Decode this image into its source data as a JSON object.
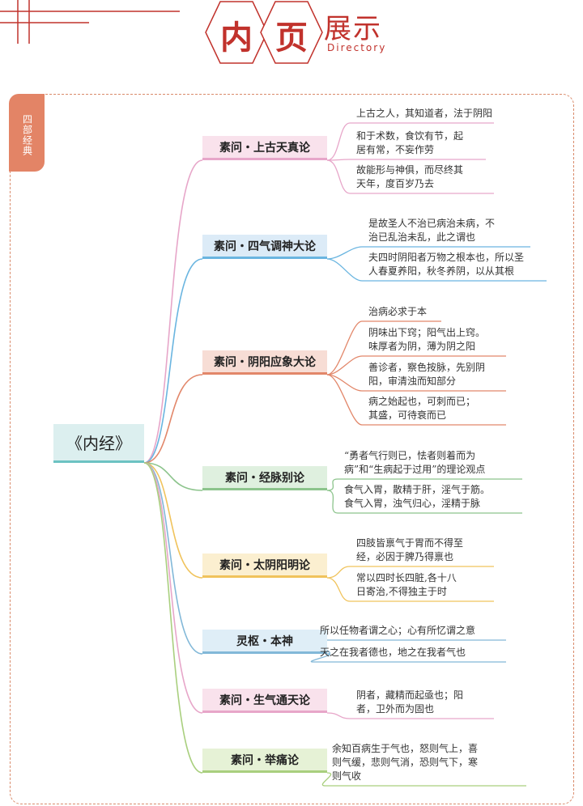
{
  "header": {
    "hex1": "内",
    "hex2": "页",
    "title_rest": "展示",
    "subtitle": "Directory"
  },
  "tab_label": "四部经典",
  "root_label": "《内经》",
  "branches": [
    {
      "label": "素问・上古天真论",
      "color": "#e7a6c9",
      "bg": "#f9e2ec",
      "leaves": [
        [
          "上古之人，其知道者，法于阴阳"
        ],
        [
          "和于术数，食饮有节，起",
          "居有常，不妄作劳"
        ],
        [
          "故能形与神俱，而尽终其",
          "天年，度百岁乃去"
        ]
      ]
    },
    {
      "label": "素问・四气调神大论",
      "color": "#6ab5e0",
      "bg": "#dcebf7",
      "leaves": [
        [
          "是故圣人不治已病治未病，不",
          "治已乱治未乱，此之谓也"
        ],
        [
          "夫四时阴阳者万物之根本也，所以圣",
          "人春夏养阳，秋冬养阴，以从其根"
        ]
      ]
    },
    {
      "label": "素问・阴阳应象大论",
      "color": "#e2876a",
      "bg": "#f7ddd5",
      "leaves": [
        [
          "治病必求于本"
        ],
        [
          "阴味出下窍；阳气出上窍。",
          "味厚者为阴，薄为阴之阳"
        ],
        [
          "善诊者，察色按脉，先别阴",
          "阳，审清浊而知部分"
        ],
        [
          "病之始起也，可刺而已；",
          "其盛，可待衰而已"
        ]
      ]
    },
    {
      "label": "素问・经脉别论",
      "color": "#8cc48c",
      "bg": "#dff0df",
      "leaves": [
        [
          "“勇者气行则已，怯者则着而为",
          "病”和“生病起于过用”的理论观点"
        ],
        [
          "食气入胃，散精于肝，淫气于筋。",
          "食气入胃，浊气归心，淫精于脉"
        ]
      ]
    },
    {
      "label": "素问・太阴阳明论",
      "color": "#f0c35c",
      "bg": "#fbefd0",
      "leaves": [
        [
          "四肢皆禀气于胃而不得至",
          "经，必因于脾乃得禀也"
        ],
        [
          "常以四时长四脏,各十八",
          "日寄治,不得独主于时"
        ]
      ]
    },
    {
      "label": "灵枢・本神",
      "color": "#82b8d8",
      "bg": "#dfeef7",
      "leaves": [
        [
          "所以任物者谓之心；心有所忆谓之意"
        ],
        [
          "天之在我者德也，地之在我者气也"
        ]
      ]
    },
    {
      "label": "素问・生气通天论",
      "color": "#e7a6c9",
      "bg": "#f9e2ec",
      "leaves": [
        [
          "阴者，藏精而起亟也；阳",
          "者，卫外而为固也"
        ]
      ]
    },
    {
      "label": "素问・举痛论",
      "color": "#a9cf7e",
      "bg": "#e6f2d6",
      "leaves": [
        [
          "余知百病生于气也，怒则气上，喜",
          "则气缓，悲则气消，恐则气下，寒",
          "则气收"
        ]
      ]
    }
  ]
}
